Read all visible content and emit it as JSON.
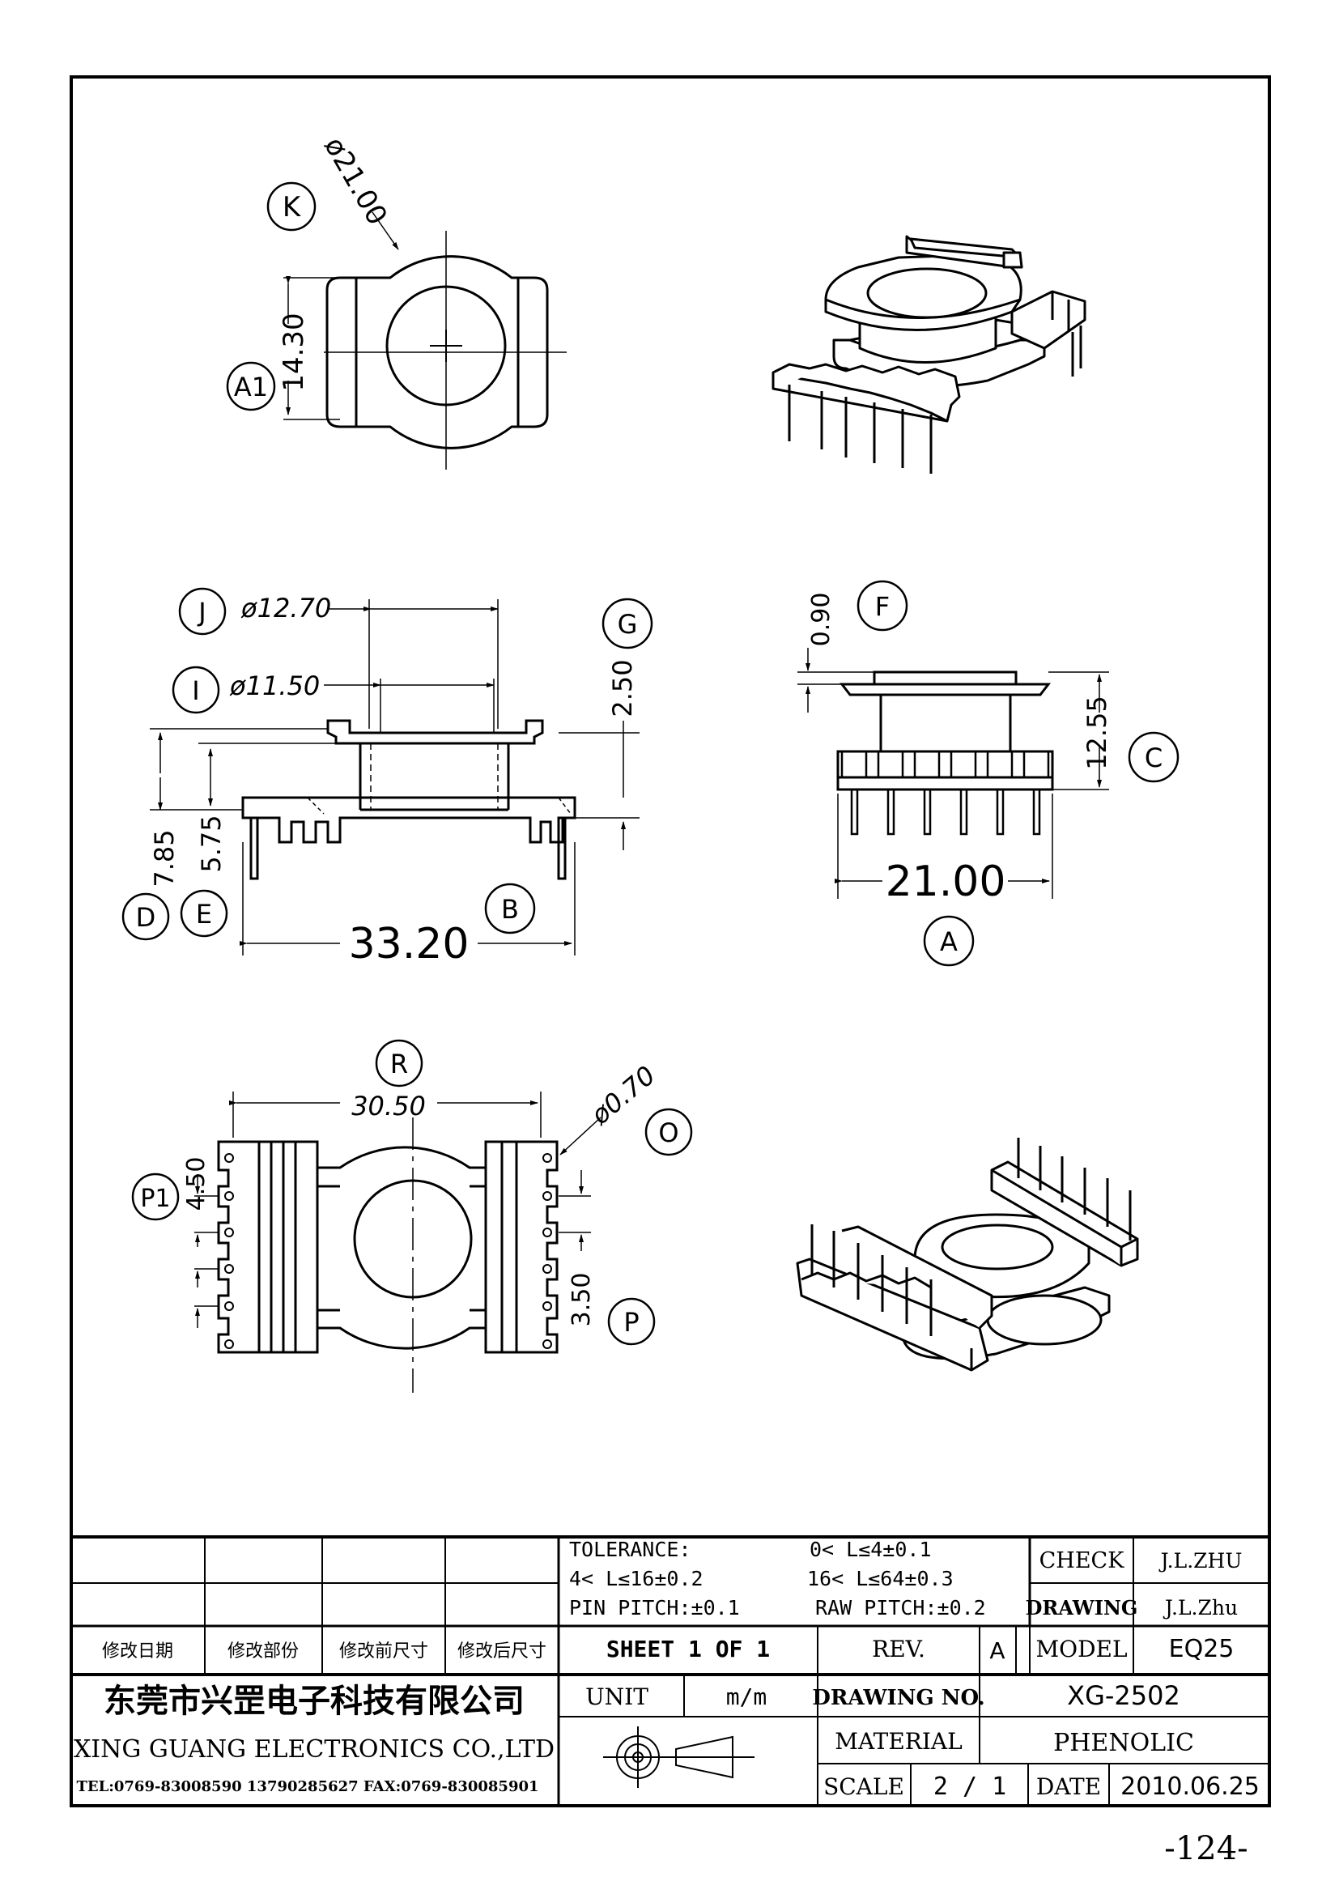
{
  "views": {
    "top": {
      "labels": {
        "k": "K",
        "a1": "A1"
      },
      "dims": {
        "diameter": "ø21.00",
        "height": "14.30"
      }
    },
    "front": {
      "labels": {
        "j": "J",
        "i": "I",
        "g": "G",
        "d": "D",
        "e": "E",
        "b": "B"
      },
      "dims": {
        "dia_outer": "ø12.70",
        "dia_inner": "ø11.50",
        "flange": "2.50",
        "total_h": "7.85",
        "base_h": "5.75",
        "width": "33.20"
      }
    },
    "side": {
      "labels": {
        "f": "F",
        "c": "C",
        "a": "A"
      },
      "dims": {
        "top": "0.90",
        "height": "12.55",
        "width": "21.00"
      }
    },
    "bottom": {
      "labels": {
        "r": "R",
        "o": "O",
        "p1": "P1",
        "p": "P"
      },
      "dims": {
        "width": "30.50",
        "pin_dia": "ø0.70",
        "row": "4.50",
        "pitch": "3.50"
      }
    }
  },
  "title_block": {
    "tolerance": {
      "head": "TOLERANCE:",
      "r1": "0< L≤4±0.1",
      "r2": "4< L≤16±0.2",
      "r3": "16< L≤64±0.3",
      "r4": "PIN PITCH:±0.1",
      "r5": "RAW PITCH:±0.2"
    },
    "check_label": "CHECK",
    "check_value": "J.L.ZHU",
    "drawing_label": "DRAWING",
    "drawing_value": "J.L.Zhu",
    "rev_headers": [
      "修改日期",
      "修改部份",
      "修改前尺寸",
      "修改后尺寸"
    ],
    "sheet": "SHEET 1 OF 1",
    "rev_label": "REV.",
    "rev_value": "A",
    "model_label": "MODEL",
    "model_value": "EQ25",
    "company_cn": "东莞市兴罡电子科技有限公司",
    "company_en": "XING GUANG ELECTRONICS CO.,LTD",
    "contact": "TEL:0769-83008590 13790285627 FAX:0769-830085901",
    "unit_label": "UNIT",
    "unit_value": "m/m",
    "drawing_no_label": "DRAWING NO.",
    "drawing_no_value": "XG-2502",
    "material_label": "MATERIAL",
    "material_value": "PHENOLIC",
    "scale_label": "SCALE",
    "scale_value": "2 / 1",
    "date_label": "DATE",
    "date_value": "2010.06.25"
  },
  "page_number": "-124-"
}
